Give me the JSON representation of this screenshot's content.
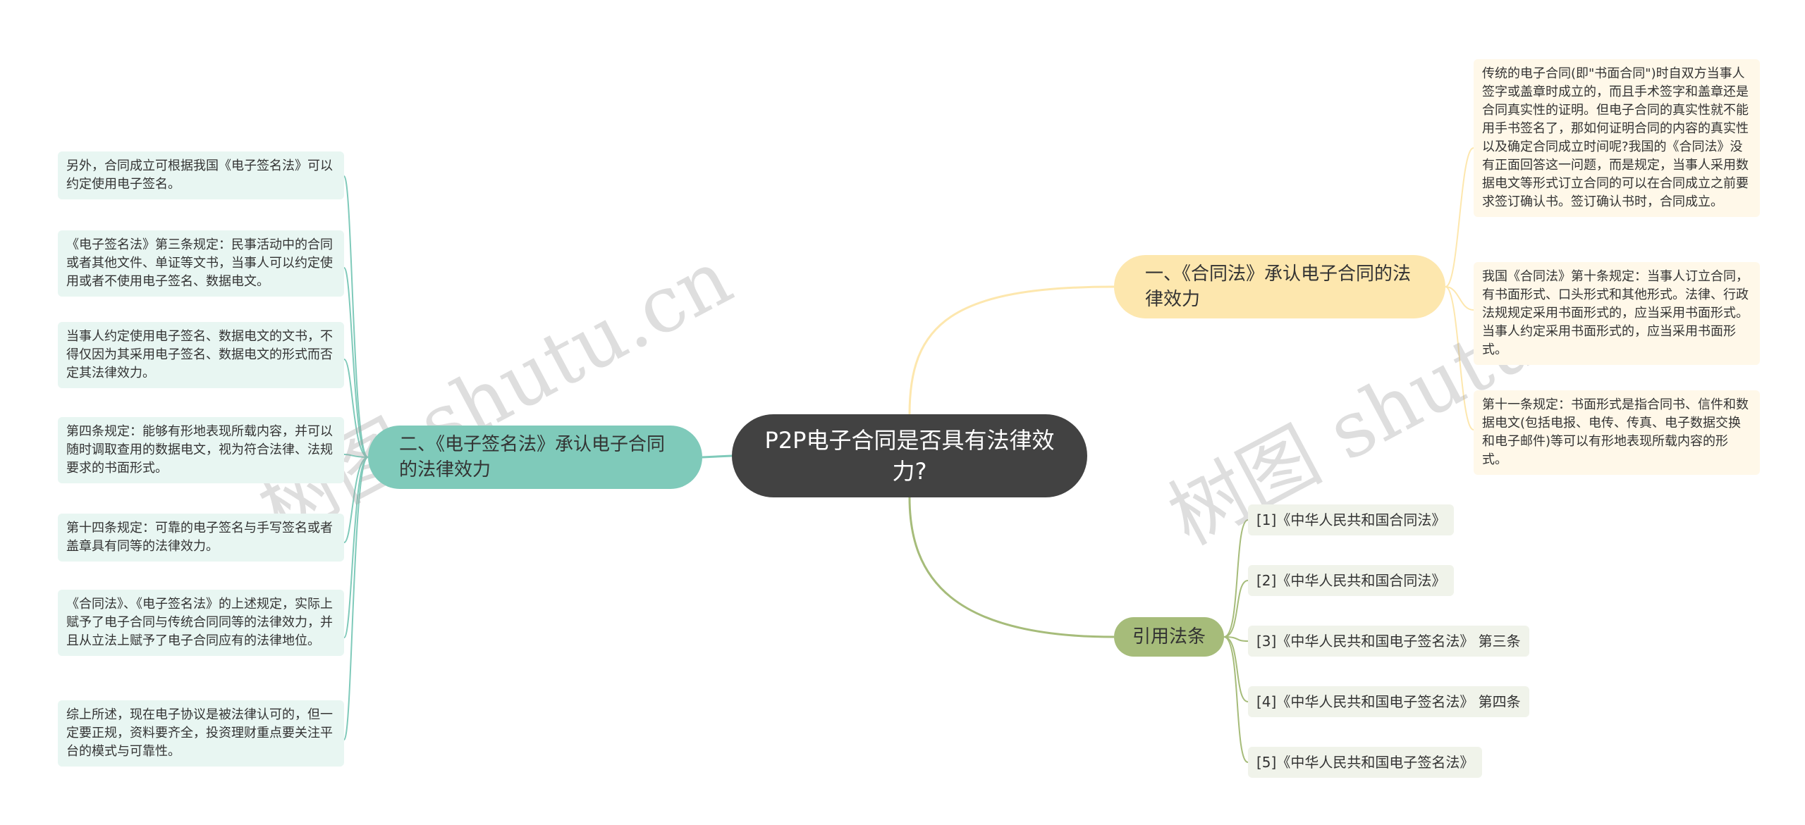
{
  "center": {
    "title": "P2P电子合同是否具有法律效力?"
  },
  "branches": {
    "contract_law": {
      "label": "一、《合同法》承认电子合同的法律效力",
      "leaves": [
        "传统的电子合同(即\"书面合同\")时自双方当事人签字或盖章时成立的，而且手术签字和盖章还是合同真实性的证明。但电子合同的真实性就不能用手书签名了，那如何证明合同的内容的真实性以及确定合同成立时间呢?我国的《合同法》没有正面回答这一问题，而是规定，当事人采用数据电文等形式订立合同的可以在合同成立之前要求签订确认书。签订确认书时，合同成立。",
        "我国《合同法》第十条规定：当事人订立合同，有书面形式、口头形式和其他形式。法律、行政法规规定采用书面形式的，应当采用书面形式。当事人约定采用书面形式的，应当采用书面形式。",
        "第十一条规定：书面形式是指合同书、信件和数据电文(包括电报、电传、传真、电子数据交换和电子邮件)等可以有形地表现所载内容的形式。"
      ]
    },
    "esign_law": {
      "label": "二、《电子签名法》承认电子合同的法律效力",
      "leaves": [
        "另外，合同成立可根据我国《电子签名法》可以约定使用电子签名。",
        "《电子签名法》第三条规定：民事活动中的合同或者其他文件、单证等文书，当事人可以约定使用或者不使用电子签名、数据电文。",
        "当事人约定使用电子签名、数据电文的文书，不得仅因为其采用电子签名、数据电文的形式而否定其法律效力。",
        "第四条规定：能够有形地表现所载内容，并可以随时调取查用的数据电文，视为符合法律、法规要求的书面形式。",
        "第十四条规定：可靠的电子签名与手写签名或者盖章具有同等的法律效力。",
        "《合同法》、《电子签名法》的上述规定，实际上赋予了电子合同与传统合同同等的法律效力，并且从立法上赋予了电子合同应有的法律地位。",
        "综上所述，现在电子协议是被法律认可的，但一定要正规，资料要齐全，投资理财重点要关注平台的模式与可靠性。"
      ]
    },
    "references": {
      "label": "引用法条",
      "items": [
        "[1]《中华人民共和国合同法》",
        "[2]《中华人民共和国合同法》",
        "[3]《中华人民共和国电子签名法》 第三条",
        "[4]《中华人民共和国电子签名法》 第四条",
        "[5]《中华人民共和国电子签名法》"
      ]
    }
  },
  "watermarks": [
    "树图 shutu.cn",
    "树图 shutu.cn"
  ],
  "colors": {
    "center": "#424242",
    "branch_contract": "#fde7ae",
    "branch_esign": "#7fcaba",
    "branch_refs": "#a6bc7a"
  }
}
